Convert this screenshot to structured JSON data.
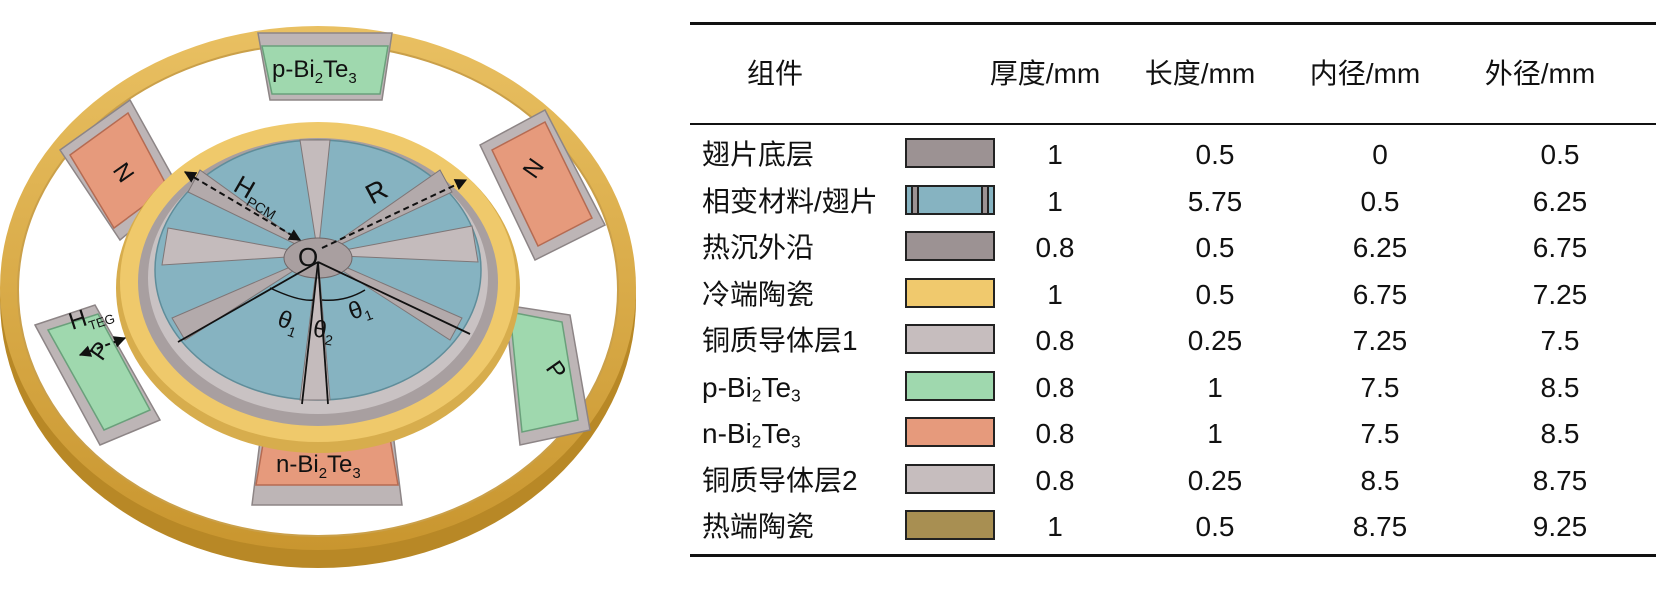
{
  "diagram": {
    "segments": {
      "top": {
        "prefix": "p-Bi",
        "sub1": "2",
        "mid": "Te",
        "sub2": "3"
      },
      "bottom": {
        "prefix": "n-Bi",
        "sub1": "2",
        "mid": "Te",
        "sub2": "3"
      },
      "upper_left": "N",
      "upper_right": "N",
      "lower_left": "P",
      "lower_right": "P"
    },
    "labels": {
      "h_pcm": "H",
      "h_pcm_sub": "PCM",
      "radius": "R",
      "center": "O",
      "h_teg": "H",
      "h_teg_sub": "TEG",
      "theta1_left": "θ",
      "theta1_left_sub": "1",
      "theta2": "θ",
      "theta2_sub": "2",
      "theta1_right": "θ",
      "theta1_right_sub": "1"
    },
    "colors": {
      "hot_ceramic": "#d9b14e",
      "cold_ceramic": "#efc96b",
      "copper": "#c8c1c2",
      "p_type": "#9fd6b0",
      "n_type": "#e3967a",
      "pcm": "#86b3c1",
      "fin": "#a89fa0"
    }
  },
  "table": {
    "headers": [
      "组件",
      "厚度/mm",
      "长度/mm",
      "内径/mm",
      "外径/mm"
    ],
    "rows": [
      {
        "name": "翅片底层",
        "color": "#9c9293",
        "fin_marks": false,
        "thickness": "1",
        "length": "0.5",
        "inner": "0",
        "outer": "0.5"
      },
      {
        "name": "相变材料/翅片",
        "color": "#86b3c1",
        "fin_marks": true,
        "thickness": "1",
        "length": "5.75",
        "inner": "0.5",
        "outer": "6.25"
      },
      {
        "name": "热沉外沿",
        "color": "#9c9293",
        "fin_marks": false,
        "thickness": "0.8",
        "length": "0.5",
        "inner": "6.25",
        "outer": "6.75"
      },
      {
        "name": "冷端陶瓷",
        "color": "#f0c96d",
        "fin_marks": false,
        "thickness": "1",
        "length": "0.5",
        "inner": "6.75",
        "outer": "7.25"
      },
      {
        "name": "铜质导体层1",
        "color": "#c6bdbe",
        "fin_marks": false,
        "thickness": "0.8",
        "length": "0.25",
        "inner": "7.25",
        "outer": "7.5"
      },
      {
        "name": "p-Bi",
        "name_sub": "2",
        "name_mid": "Te",
        "name_sub2": "3",
        "color": "#9fd8ae",
        "fin_marks": false,
        "thickness": "0.8",
        "length": "1",
        "inner": "7.5",
        "outer": "8.5"
      },
      {
        "name": "n-Bi",
        "name_sub": "2",
        "name_mid": "Te",
        "name_sub2": "3",
        "color": "#e69a7c",
        "fin_marks": false,
        "thickness": "0.8",
        "length": "1",
        "inner": "7.5",
        "outer": "8.5"
      },
      {
        "name": "铜质导体层2",
        "color": "#c6bdbe",
        "fin_marks": false,
        "thickness": "0.8",
        "length": "0.25",
        "inner": "8.5",
        "outer": "8.75"
      },
      {
        "name": "热端陶瓷",
        "color": "#a88f52",
        "fin_marks": false,
        "thickness": "1",
        "length": "0.5",
        "inner": "8.75",
        "outer": "9.25"
      }
    ]
  }
}
